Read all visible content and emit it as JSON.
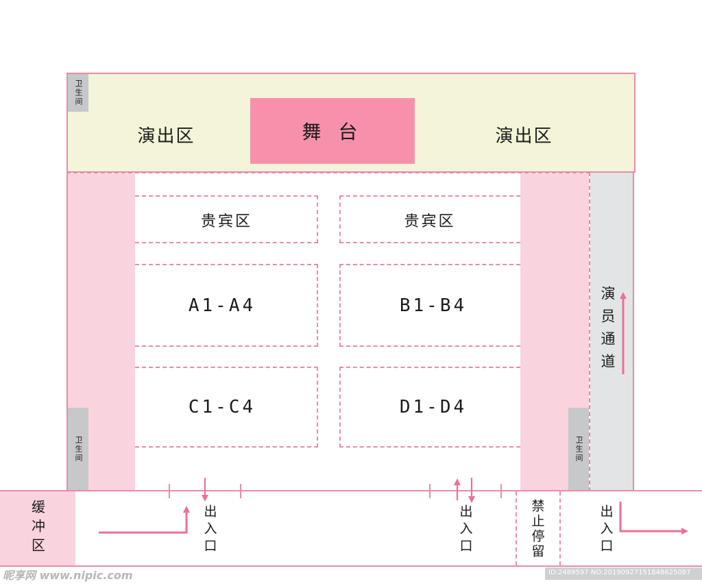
{
  "colors": {
    "border": "#e98aa8",
    "performance_area_bg": "#f3f4d8",
    "stage_bg": "#f791ab",
    "side_aisle_bg": "#f9d3de",
    "restroom_bg": "#c7c8ca",
    "actor_channel_bg": "#e3e4e6",
    "arrow": "#ee6f95"
  },
  "top": {
    "restroom": "卫生间",
    "performance_left": "演出区",
    "stage": "舞 台",
    "performance_right": "演出区"
  },
  "seating": {
    "vip_left": "贵宾区",
    "vip_right": "贵宾区",
    "block_a": "A1-A4",
    "block_b": "B1-B4",
    "block_c": "C1-C4",
    "block_d": "D1-D4"
  },
  "restroom_left": "卫生间",
  "restroom_right": "卫生间",
  "actor_channel": "演员通道",
  "bottom": {
    "buffer_zone": "缓冲区",
    "entrance_1": "出入口",
    "entrance_2": "出入口",
    "no_parking": "禁止停留",
    "entrance_3": "出入口"
  },
  "watermark": {
    "left": "昵享网 www.nipic.com",
    "right": "ID:2489597 NO:20190927151848625087"
  }
}
